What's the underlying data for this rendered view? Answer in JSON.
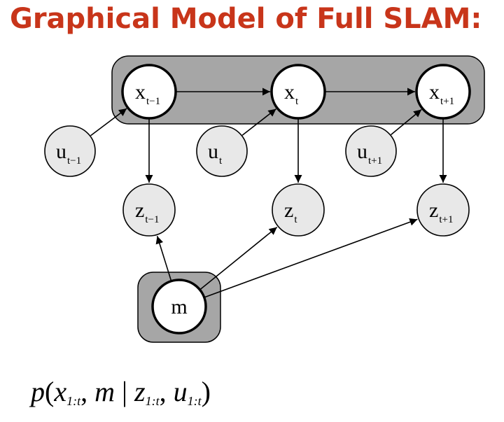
{
  "title": "Graphical Model of Full SLAM:",
  "colors": {
    "title": "#c8351a",
    "plate": "#a6a6a6",
    "state_node_fill": "#ffffff",
    "other_node_fill": "#e8e8e8",
    "stroke": "#000000"
  },
  "nodes": {
    "x_prev": {
      "base": "x",
      "sub": "t−1"
    },
    "x_t": {
      "base": "x",
      "sub": "t"
    },
    "x_next": {
      "base": "x",
      "sub": "t+1"
    },
    "u_prev": {
      "base": "u",
      "sub": "t−1"
    },
    "u_t": {
      "base": "u",
      "sub": "t"
    },
    "u_next": {
      "base": "u",
      "sub": "t+1"
    },
    "z_prev": {
      "base": "z",
      "sub": "t−1"
    },
    "z_t": {
      "base": "z",
      "sub": "t"
    },
    "z_next": {
      "base": "z",
      "sub": "t+1"
    },
    "m": {
      "base": "m",
      "sub": ""
    }
  },
  "edges": [
    {
      "from": "u_prev",
      "to": "x_prev"
    },
    {
      "from": "u_t",
      "to": "x_t"
    },
    {
      "from": "u_next",
      "to": "x_next"
    },
    {
      "from": "x_prev",
      "to": "x_t"
    },
    {
      "from": "x_t",
      "to": "x_next"
    },
    {
      "from": "x_prev",
      "to": "z_prev"
    },
    {
      "from": "x_t",
      "to": "z_t"
    },
    {
      "from": "x_next",
      "to": "z_next"
    },
    {
      "from": "m",
      "to": "z_prev"
    },
    {
      "from": "m",
      "to": "z_t"
    },
    {
      "from": "m",
      "to": "z_next"
    }
  ],
  "formula": {
    "p": "p",
    "x": "x",
    "x_sub": "1:t",
    "m": "m",
    "bar": "|",
    "z": "z",
    "z_sub": "1:t",
    "u": "u",
    "u_sub": "1:t"
  }
}
